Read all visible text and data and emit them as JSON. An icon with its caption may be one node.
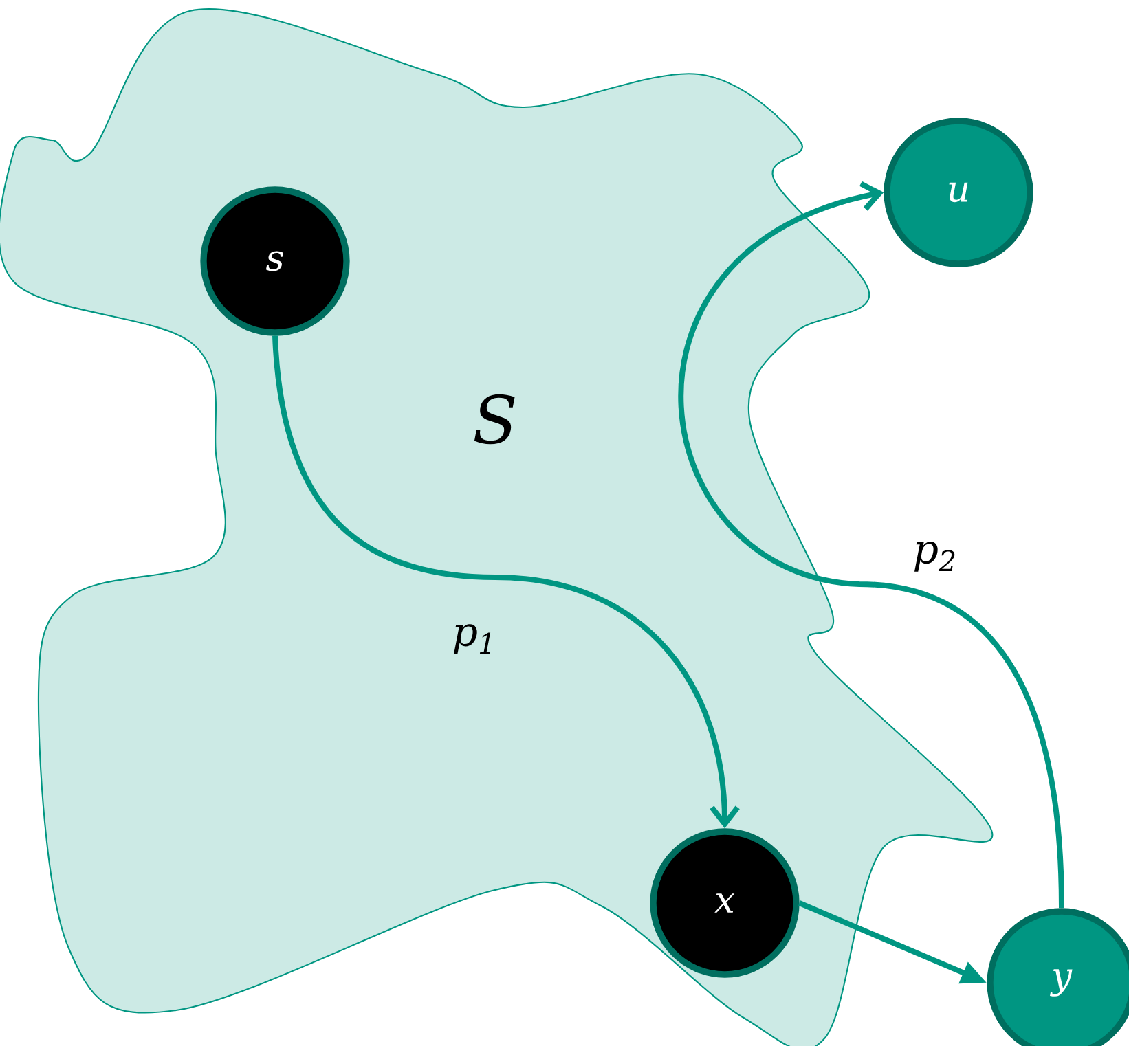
{
  "diagram": {
    "nodes": [
      {
        "text": [
          "S"
        ]
      },
      {
        "text": [
          "s"
        ],
        "in": 0
      },
      {
        "text": [
          "x"
        ],
        "in": 0
      },
      {
        "text": [
          "u"
        ]
      },
      {
        "text": [
          "y"
        ]
      }
    ],
    "edges": [
      {
        "from": 1,
        "to": 2,
        "arrow": "to",
        "label": "p$_{1}$"
      },
      {
        "from": 4,
        "to": 3,
        "arrow": "to",
        "label": "p$_{2}$"
      },
      {
        "from": 2,
        "to": 4,
        "arrow": "to"
      }
    ]
  }
}
